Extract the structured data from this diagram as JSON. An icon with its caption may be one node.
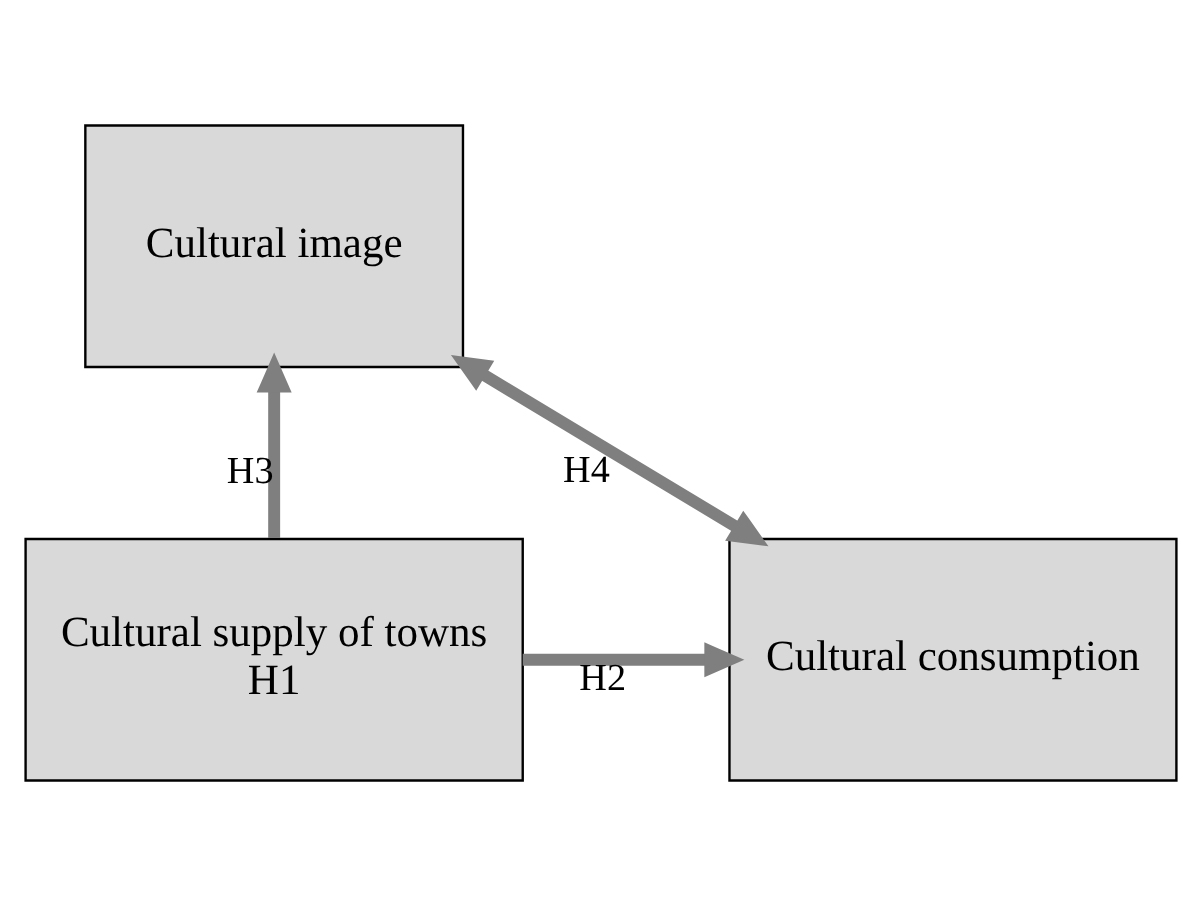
{
  "diagram": {
    "nodes": [
      {
        "text": [
          "Cultural image"
        ]
      },
      {
        "text": [
          "Cultural supply of towns",
          "H1"
        ]
      },
      {
        "text": [
          "Cultural consumption"
        ]
      }
    ],
    "edges": [
      {
        "from": 1,
        "to": 0,
        "arrow": "to",
        "label": "H3"
      },
      {
        "from": 0,
        "to": 2,
        "arrow": "both",
        "label": "H4"
      },
      {
        "from": 1,
        "to": 2,
        "arrow": "to",
        "label": "H2"
      }
    ]
  }
}
